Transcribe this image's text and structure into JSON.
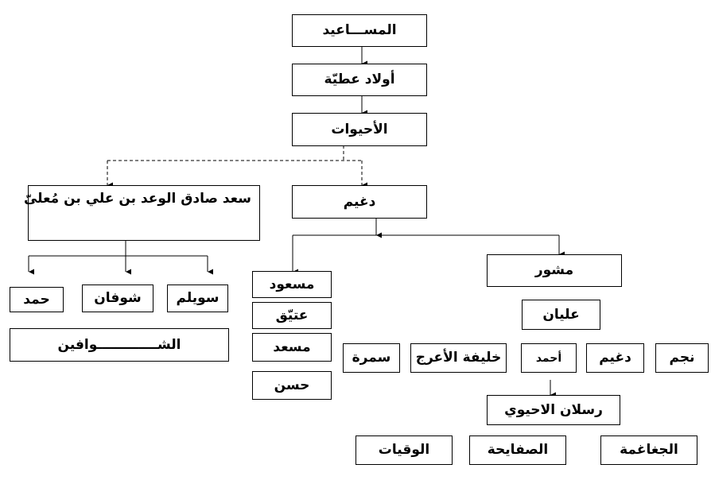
{
  "tree": {
    "root": "المســـاعيد",
    "awlad_atiya": "أولاد عطيّة",
    "al_ahaywat": "الأحيوات",
    "sa_ad": "سعد صادق الوعد بن علي بن مُعلىّ",
    "dughaym": "دغيم",
    "sons_of_sa_ad": {
      "suwaylim": "سويلم",
      "shawfan": "شوفان",
      "hamad": "حمد"
    },
    "al_shawafin": "الشـــــــــــــوافين",
    "sons_of_dughaym": {
      "mas_ud": "مسعود",
      "atiq": "عتيّق",
      "mis_ad": "مسعد",
      "hasan": "حسن",
      "mashwar": "مشور"
    },
    "ilyan": "عليان",
    "sons_of_ilyan": {
      "najm": "نجم",
      "dughaym": "دغيم",
      "ahmad": "أحمد",
      "khalifa": "خليفة الأعرج",
      "samra": "سمرة"
    },
    "ruslan": "رسلان الاحيوي",
    "sons_of_ruslan": {
      "jaghaghma": "الجغاغمة",
      "safayha": "الصفايحة",
      "waqiyat": "الوقيات"
    }
  }
}
